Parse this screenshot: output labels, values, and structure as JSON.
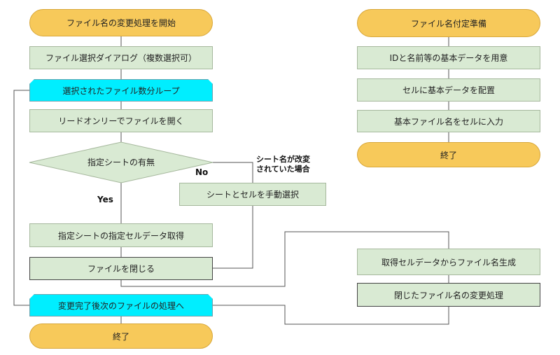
{
  "left": {
    "start": "ファイル名の変更処理を開始",
    "select_dialog": "ファイル選択ダイアログ（複数選択可）",
    "loop_start": "選択されたファイル数分ループ",
    "open_readonly": "リードオンリーでファイルを開く",
    "decision": "指定シートの有無",
    "manual_select": "シートとセルを手動選択",
    "get_data": "指定シートの指定セルデータ取得",
    "close_file": "ファイルを閉じる",
    "loop_end": "変更完了後次のファイルの処理へ",
    "end": "終了"
  },
  "labels": {
    "no": "No",
    "yes": "Yes",
    "note_line1": "シート名が改変",
    "note_line2": "されていた場合"
  },
  "right": {
    "prepare": "ファイル名付定準備",
    "prepare_data": "IDと名前等の基本データを用意",
    "place_data": "セルに基本データを配置",
    "input_name": "基本ファイル名をセルに入力",
    "end": "終了",
    "generate": "取得セルデータからファイル名生成",
    "rename": "閉じたファイル名の変更処理"
  },
  "colors": {
    "terminal": "#f7c95a",
    "process": "#d9ead3",
    "loop": "#00eeff",
    "line": "#555555"
  }
}
